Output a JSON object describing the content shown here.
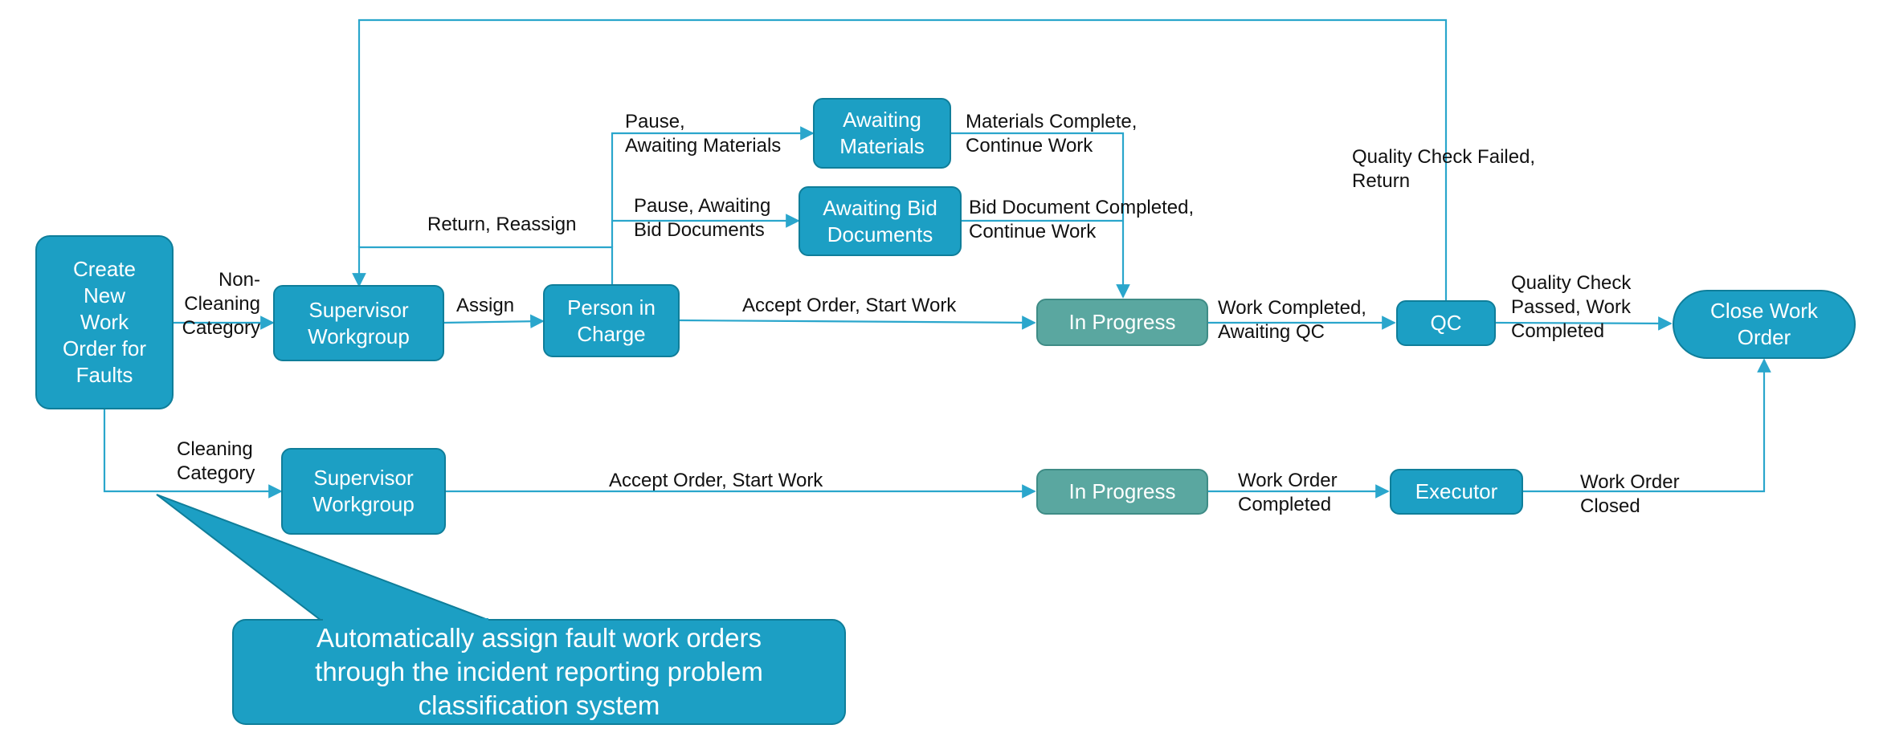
{
  "colors": {
    "node_fill": "#1c9fc4",
    "node_border": "#0f7e9a",
    "in_progress_fill": "#5aa7a0",
    "connector": "#2aa6cc",
    "label_text": "#111111"
  },
  "nodes": {
    "create": "Create\nNew\nWork\nOrder for\nFaults",
    "supervisor_top": "Supervisor\nWorkgroup",
    "person_in_charge": "Person in\nCharge",
    "awaiting_materials": "Awaiting\nMaterials",
    "awaiting_bid": "Awaiting Bid\nDocuments",
    "in_progress_top": "In Progress",
    "qc": "QC",
    "close": "Close Work\nOrder",
    "supervisor_bottom": "Supervisor\nWorkgroup",
    "in_progress_bottom": "In Progress",
    "executor": "Executor"
  },
  "edge_labels": {
    "non_cleaning": "Non-\nCleaning\nCategory",
    "assign": "Assign",
    "return_reassign": "Return, Reassign",
    "pause_materials": "Pause,\nAwaiting Materials",
    "pause_bid": "Pause, Awaiting\nBid Documents",
    "materials_complete": "Materials Complete,\nContinue Work",
    "bid_complete": "Bid Document Completed,\nContinue Work",
    "accept_top": "Accept Order, Start Work",
    "work_completed_qc": "Work Completed,\nAwaiting QC",
    "qc_failed": "Quality Check Failed,\nReturn",
    "qc_passed": "Quality Check\nPassed, Work\nCompleted",
    "cleaning": "Cleaning\nCategory",
    "accept_bottom": "Accept Order, Start Work",
    "work_order_completed": "Work Order\nCompleted",
    "work_order_closed": "Work Order\nClosed"
  },
  "callout": "Automatically assign fault work orders\nthrough the incident reporting problem\nclassification system"
}
